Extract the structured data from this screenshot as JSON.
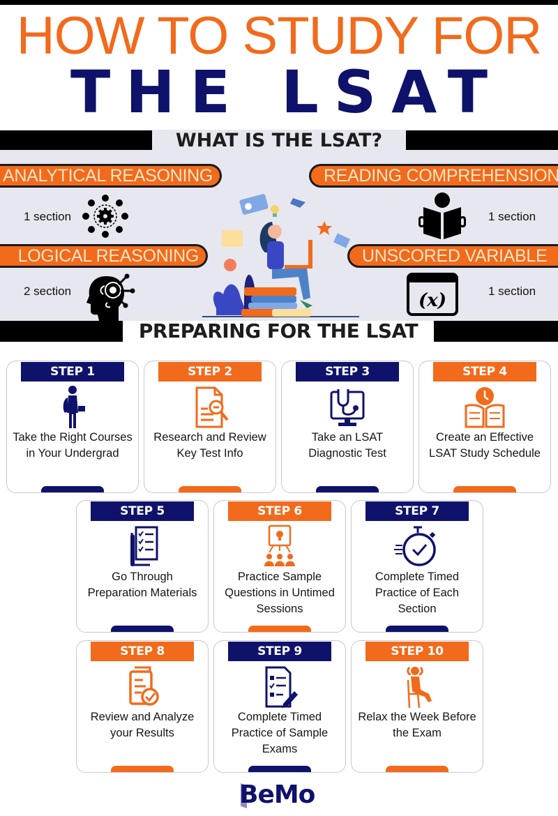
{
  "header": {
    "title_line1": "HOW TO STUDY FOR",
    "title_line2": "THE LSAT"
  },
  "what_is": {
    "heading": "WHAT IS THE LSAT?",
    "sections": [
      {
        "name": "ANALYTICAL REASONING",
        "count": "1 section",
        "icon": "gear-network-icon"
      },
      {
        "name": "READING COMPREHENSION",
        "count": "1 section",
        "icon": "person-reading-book-icon"
      },
      {
        "name": "LOGICAL REASONING",
        "count": "2 section",
        "icon": "head-with-gears-icon"
      },
      {
        "name": "UNSCORED VARIABLE",
        "count": "1 section",
        "icon": "variable-x-window-icon"
      }
    ],
    "illustration": "woman-studying-on-books-illustration"
  },
  "preparing": {
    "heading": "PREPARING FOR THE LSAT",
    "steps": [
      {
        "label": "STEP 1",
        "text": "Take the Right Courses in Your Undergrad",
        "icon": "student-with-backpack-icon",
        "color": "#0f126b"
      },
      {
        "label": "STEP 2",
        "text": "Research and Review Key Test Info",
        "icon": "document-magnifier-icon",
        "color": "#f26a1b"
      },
      {
        "label": "STEP 3",
        "text": "Take an LSAT Diagnostic Test",
        "icon": "monitor-stethoscope-icon",
        "color": "#0f126b"
      },
      {
        "label": "STEP 4",
        "text": "Create an Effective LSAT Study Schedule",
        "icon": "book-clock-icon",
        "color": "#f26a1b"
      },
      {
        "label": "STEP 5",
        "text": "Go Through Preparation Materials",
        "icon": "checklist-documents-icon",
        "color": "#0f126b"
      },
      {
        "label": "STEP 6",
        "text": "Practice Sample Questions in Untimed Sessions",
        "icon": "presentation-lightbulb-audience-icon",
        "color": "#f26a1b"
      },
      {
        "label": "STEP 7",
        "text": "Complete Timed Practice of Each Section",
        "icon": "stopwatch-check-icon",
        "color": "#0f126b"
      },
      {
        "label": "STEP 8",
        "text": "Review and Analyze your Results",
        "icon": "documents-checkmark-icon",
        "color": "#f26a1b"
      },
      {
        "label": "STEP 9",
        "text": "Complete Timed Practice of Sample Exams",
        "icon": "exam-sheet-pencil-icon",
        "color": "#0f126b"
      },
      {
        "label": "STEP 10",
        "text": "Relax the Week Before the Exam",
        "icon": "person-relaxing-chair-icon",
        "color": "#f26a1b"
      }
    ]
  },
  "brand": {
    "logo_text": "BeMo"
  },
  "colors": {
    "orange": "#f26a1b",
    "navy": "#0f126b",
    "panel_gray": "#e7e7f0",
    "black": "#000000"
  }
}
